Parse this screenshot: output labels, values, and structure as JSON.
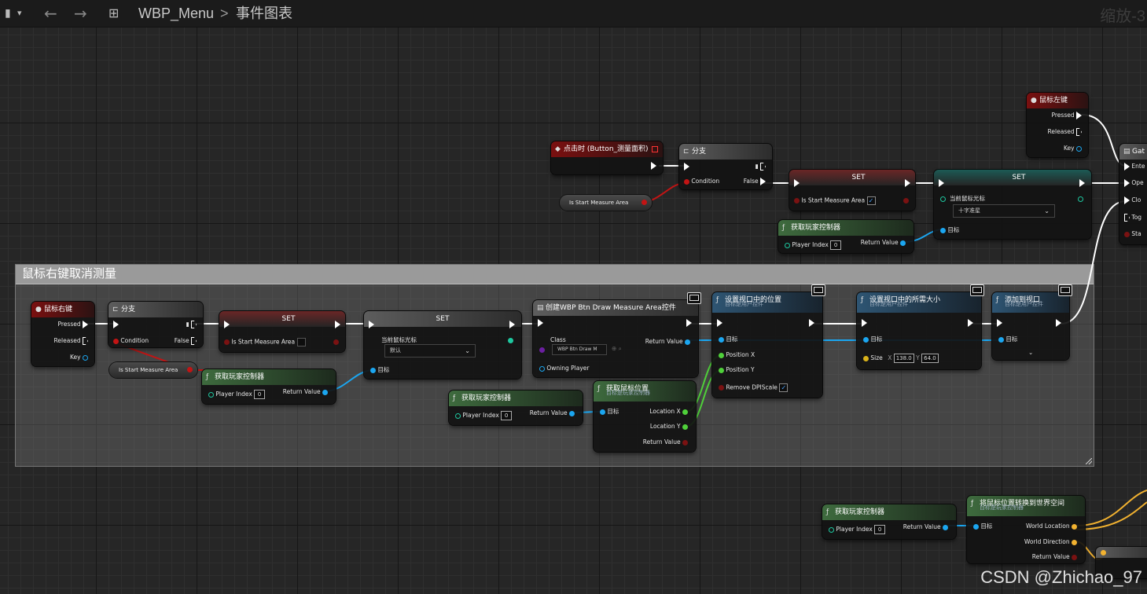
{
  "toolbar": {
    "breadcrumb_root": "WBP_Menu",
    "breadcrumb_sep": ">",
    "breadcrumb_current": "事件图表",
    "zoom": "缩放-3"
  },
  "comment_box": {
    "title": "鼠标右键取消测量"
  },
  "nodes": {
    "click_event": {
      "title": "点击时 (Button_测量面积)"
    },
    "branch_top": {
      "title": "分支",
      "condition": "Condition",
      "false": "False"
    },
    "var_top": {
      "label": "Is Start Measure Area"
    },
    "set_top1": {
      "title": "SET",
      "pin": "Is Start Measure Area"
    },
    "set_top2": {
      "title": "SET",
      "pin": "当前鼠标光标",
      "dropdown": "十字准星",
      "target": "目标"
    },
    "get_pc_top": {
      "title": "获取玩家控制器",
      "player_index": "Player Index",
      "player_index_val": "0",
      "return": "Return Value"
    },
    "lmb": {
      "title": "鼠标左键",
      "pressed": "Pressed",
      "released": "Released",
      "key": "Key"
    },
    "gate": {
      "title": "Gat",
      "pins": [
        "Ente",
        "Ope",
        "Clo",
        "Tog",
        "Sta"
      ]
    },
    "rmb": {
      "title": "鼠标右键",
      "pressed": "Pressed",
      "released": "Released",
      "key": "Key"
    },
    "branch_bot": {
      "title": "分支",
      "condition": "Condition",
      "false": "False"
    },
    "set_bot1": {
      "title": "SET",
      "pin": "Is Start Measure Area"
    },
    "var_bot": {
      "label": "Is Start Measure Area"
    },
    "get_pc_bot1": {
      "title": "获取玩家控制器",
      "player_index": "Player Index",
      "player_index_val": "0",
      "return": "Return Value"
    },
    "set_bot2": {
      "title": "SET",
      "pin": "当前鼠标光标",
      "dropdown": "默认",
      "target": "目标"
    },
    "create_widget": {
      "title": "创建WBP Btn Draw Measure Area控件",
      "class": "Class",
      "class_val": "WBP Btn Draw M",
      "return": "Return Value",
      "owning": "Owning Player"
    },
    "get_pc_bot2": {
      "title": "获取玩家控制器",
      "player_index": "Player Index",
      "player_index_val": "0",
      "return": "Return Value"
    },
    "get_mouse_pos": {
      "title": "获取鼠标位置",
      "subtitle": "目标是玩家控制器",
      "target": "目标",
      "loc_x": "Location X",
      "loc_y": "Location Y",
      "return": "Return Value"
    },
    "set_pos": {
      "title": "设置视口中的位置",
      "subtitle": "目标是用户控件",
      "target": "目标",
      "pos_x": "Position X",
      "pos_y": "Position Y",
      "remove_dpi": "Remove DPIScale"
    },
    "set_size": {
      "title": "设置视口中的所需大小",
      "subtitle": "目标是用户控件",
      "target": "目标",
      "size": "Size",
      "x_label": "X",
      "x_val": "138.0",
      "y_label": "Y",
      "y_val": "64.0"
    },
    "add_viewport": {
      "title": "添加到视口",
      "subtitle": "目标是用户控件",
      "target": "目标"
    },
    "get_pc_bot3": {
      "title": "获取玩家控制器",
      "player_index": "Player Index",
      "player_index_val": "0",
      "return": "Return Value"
    },
    "deproject": {
      "title": "将鼠标位置转换到世界空间",
      "subtitle": "目标是玩家控制器",
      "target": "目标",
      "world_loc": "World Location",
      "world_dir": "World Direction",
      "return": "Return Value"
    }
  },
  "watermark": "CSDN @Zhichao_97",
  "colors": {
    "exec": "#ffffff",
    "bool": "#c21414",
    "object": "#1ba6f0",
    "float": "#4fd03a",
    "vector": "#f2b230",
    "comment": "#9a9a9a"
  }
}
